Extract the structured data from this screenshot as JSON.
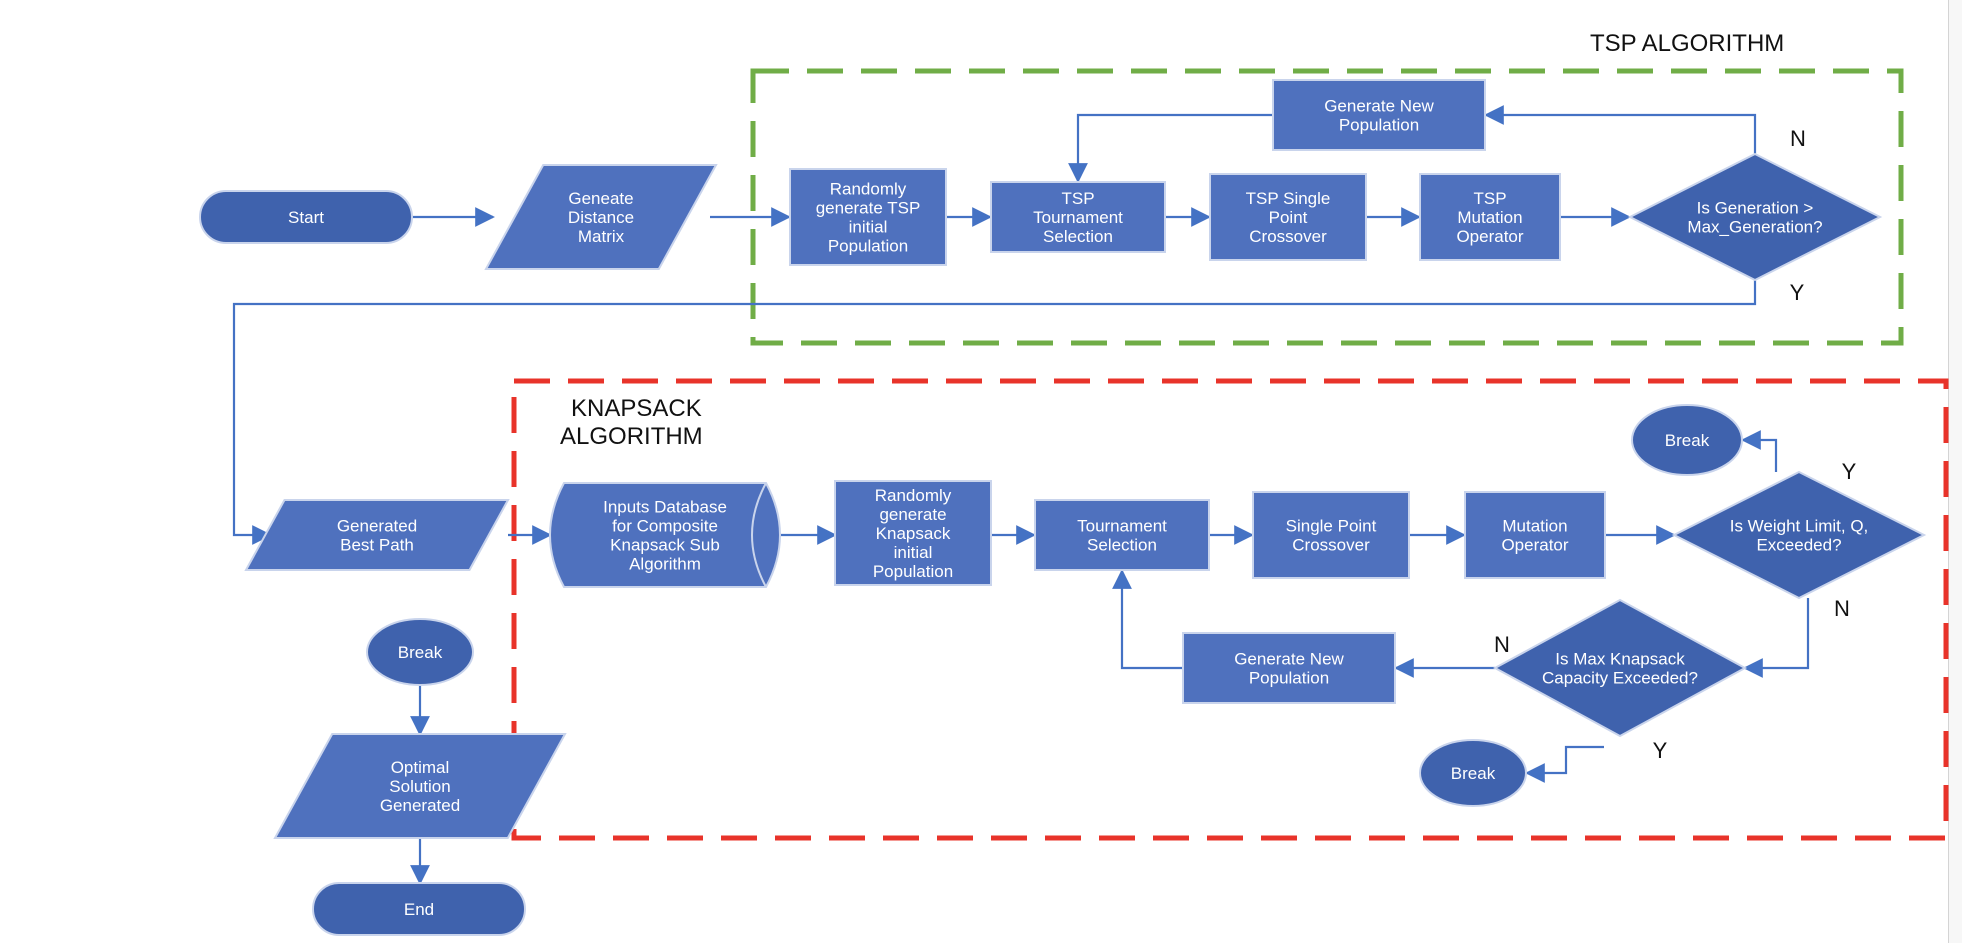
{
  "colors": {
    "shape_fill": "#4F71BE",
    "shape_fill_dark": "#3F62AD",
    "shape_stroke": "#C9D4EC",
    "connector": "#4472C4",
    "tsp_border": "#70AD47",
    "knapsack_border": "#E8332A",
    "label_text": "#FFFFFF"
  },
  "sections": {
    "tsp": {
      "title": "TSP ALGORITHM"
    },
    "knapsack": {
      "title_lines": [
        "KNAPSACK",
        "ALGORITHM"
      ]
    }
  },
  "nodes": {
    "start": {
      "shape": "terminal",
      "lines": [
        "Start"
      ]
    },
    "distance_matrix": {
      "shape": "data",
      "lines": [
        "Geneate",
        "Distance",
        "Matrix"
      ]
    },
    "tsp_init_pop": {
      "shape": "process",
      "lines": [
        "Randomly",
        "generate TSP",
        "initial",
        "Population"
      ]
    },
    "tsp_tournament": {
      "shape": "process",
      "lines": [
        "TSP",
        "Tournament",
        "Selection"
      ]
    },
    "tsp_crossover": {
      "shape": "process",
      "lines": [
        "TSP Single",
        "Point",
        "Crossover"
      ]
    },
    "tsp_mutation": {
      "shape": "process",
      "lines": [
        "TSP",
        "Mutation",
        "Operator"
      ]
    },
    "tsp_new_pop": {
      "shape": "process",
      "lines": [
        "Generate New",
        "Population"
      ]
    },
    "tsp_decision": {
      "shape": "decision",
      "lines": [
        "Is Generation >",
        "Max_Generation?"
      ]
    },
    "best_path": {
      "shape": "data",
      "lines": [
        "Generated",
        "Best Path"
      ]
    },
    "inputs_db": {
      "shape": "storage",
      "lines": [
        "Inputs Database",
        "for Composite",
        "Knapsack Sub",
        "Algorithm"
      ]
    },
    "ks_init_pop": {
      "shape": "process",
      "lines": [
        "Randomly",
        "generate",
        "Knapsack",
        "initial",
        "Population"
      ]
    },
    "ks_tournament": {
      "shape": "process",
      "lines": [
        "Tournament",
        "Selection"
      ]
    },
    "ks_crossover": {
      "shape": "process",
      "lines": [
        "Single Point",
        "Crossover"
      ]
    },
    "ks_mutation": {
      "shape": "process",
      "lines": [
        "Mutation",
        "Operator"
      ]
    },
    "ks_weight_decision": {
      "shape": "decision",
      "lines": [
        "Is Weight Limit, Q,",
        "Exceeded?"
      ]
    },
    "ks_capacity_decision": {
      "shape": "decision",
      "lines": [
        "Is Max Knapsack",
        "Capacity Exceeded?"
      ]
    },
    "ks_new_pop": {
      "shape": "process",
      "lines": [
        "Generate New",
        "Population"
      ]
    },
    "break_top": {
      "shape": "connector",
      "lines": [
        "Break"
      ]
    },
    "break_bottom": {
      "shape": "connector",
      "lines": [
        "Break"
      ]
    },
    "break_left": {
      "shape": "connector",
      "lines": [
        "Break"
      ]
    },
    "optimal_solution": {
      "shape": "data",
      "lines": [
        "Optimal",
        "Solution",
        "Generated"
      ]
    },
    "end": {
      "shape": "terminal",
      "lines": [
        "End"
      ]
    }
  },
  "edges": [
    {
      "from": "start",
      "to": "distance_matrix",
      "label": ""
    },
    {
      "from": "distance_matrix",
      "to": "tsp_init_pop",
      "label": ""
    },
    {
      "from": "tsp_init_pop",
      "to": "tsp_tournament",
      "label": ""
    },
    {
      "from": "tsp_tournament",
      "to": "tsp_crossover",
      "label": ""
    },
    {
      "from": "tsp_crossover",
      "to": "tsp_mutation",
      "label": ""
    },
    {
      "from": "tsp_mutation",
      "to": "tsp_decision",
      "label": ""
    },
    {
      "from": "tsp_decision",
      "to": "tsp_new_pop",
      "label": "N"
    },
    {
      "from": "tsp_new_pop",
      "to": "tsp_tournament",
      "label": ""
    },
    {
      "from": "tsp_decision",
      "to": "best_path",
      "label": "Y"
    },
    {
      "from": "best_path",
      "to": "inputs_db",
      "label": ""
    },
    {
      "from": "inputs_db",
      "to": "ks_init_pop",
      "label": ""
    },
    {
      "from": "ks_init_pop",
      "to": "ks_tournament",
      "label": ""
    },
    {
      "from": "ks_tournament",
      "to": "ks_crossover",
      "label": ""
    },
    {
      "from": "ks_crossover",
      "to": "ks_mutation",
      "label": ""
    },
    {
      "from": "ks_mutation",
      "to": "ks_weight_decision",
      "label": ""
    },
    {
      "from": "ks_weight_decision",
      "to": "break_top",
      "label": "Y"
    },
    {
      "from": "ks_weight_decision",
      "to": "ks_capacity_decision",
      "label": "N"
    },
    {
      "from": "ks_capacity_decision",
      "to": "ks_new_pop",
      "label": "N"
    },
    {
      "from": "ks_capacity_decision",
      "to": "break_bottom",
      "label": "Y"
    },
    {
      "from": "ks_new_pop",
      "to": "ks_tournament",
      "label": ""
    },
    {
      "from": "break_left",
      "to": "optimal_solution",
      "label": ""
    },
    {
      "from": "optimal_solution",
      "to": "end",
      "label": ""
    }
  ]
}
